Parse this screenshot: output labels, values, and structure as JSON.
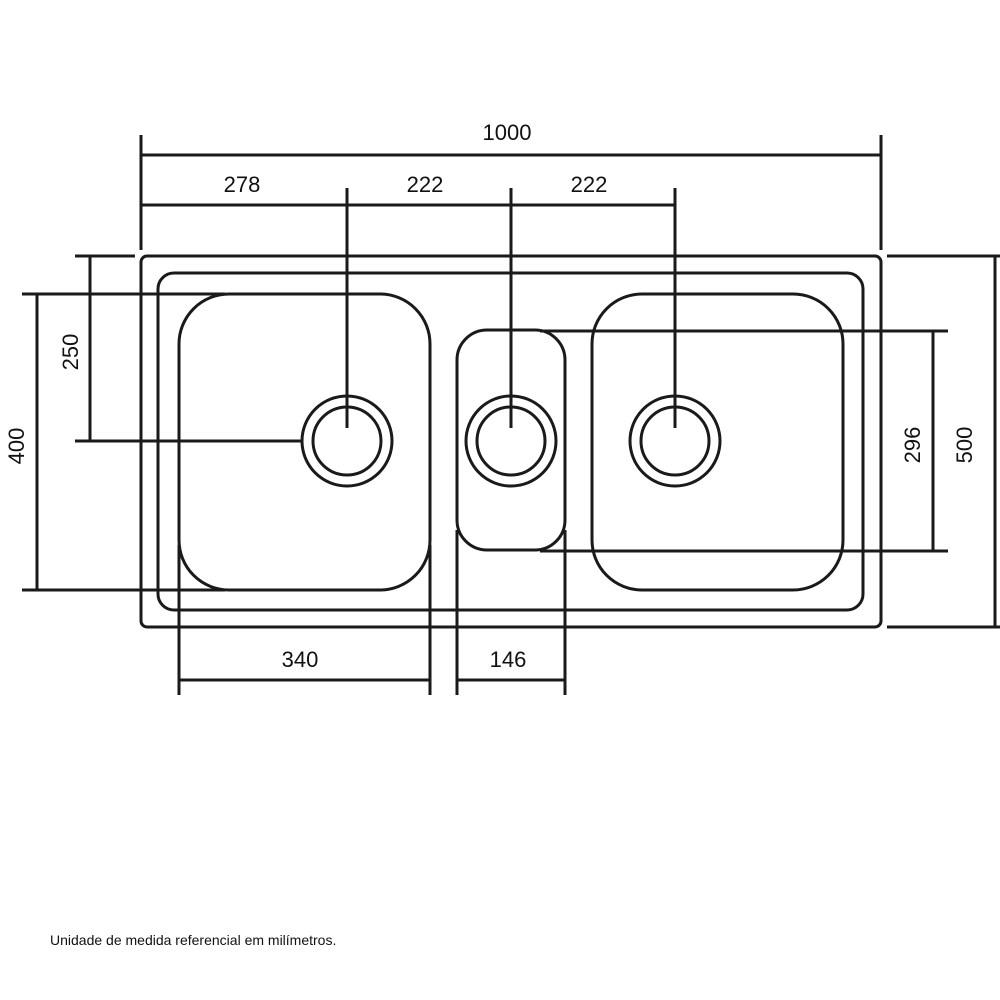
{
  "dimensions": {
    "overall_width": "1000",
    "left_bowl_drain_offset": "278",
    "drain_spacing_1": "222",
    "drain_spacing_2": "222",
    "drain_height": "250",
    "bowl_height": "400",
    "right_bowl_inner_height": "296",
    "overall_depth": "500",
    "left_bowl_width": "340",
    "small_bowl_width": "146"
  },
  "footnote": "Unidade de medida referencial em milímetros.",
  "colors": {
    "line": "#1a1a1a",
    "background": "#ffffff"
  }
}
